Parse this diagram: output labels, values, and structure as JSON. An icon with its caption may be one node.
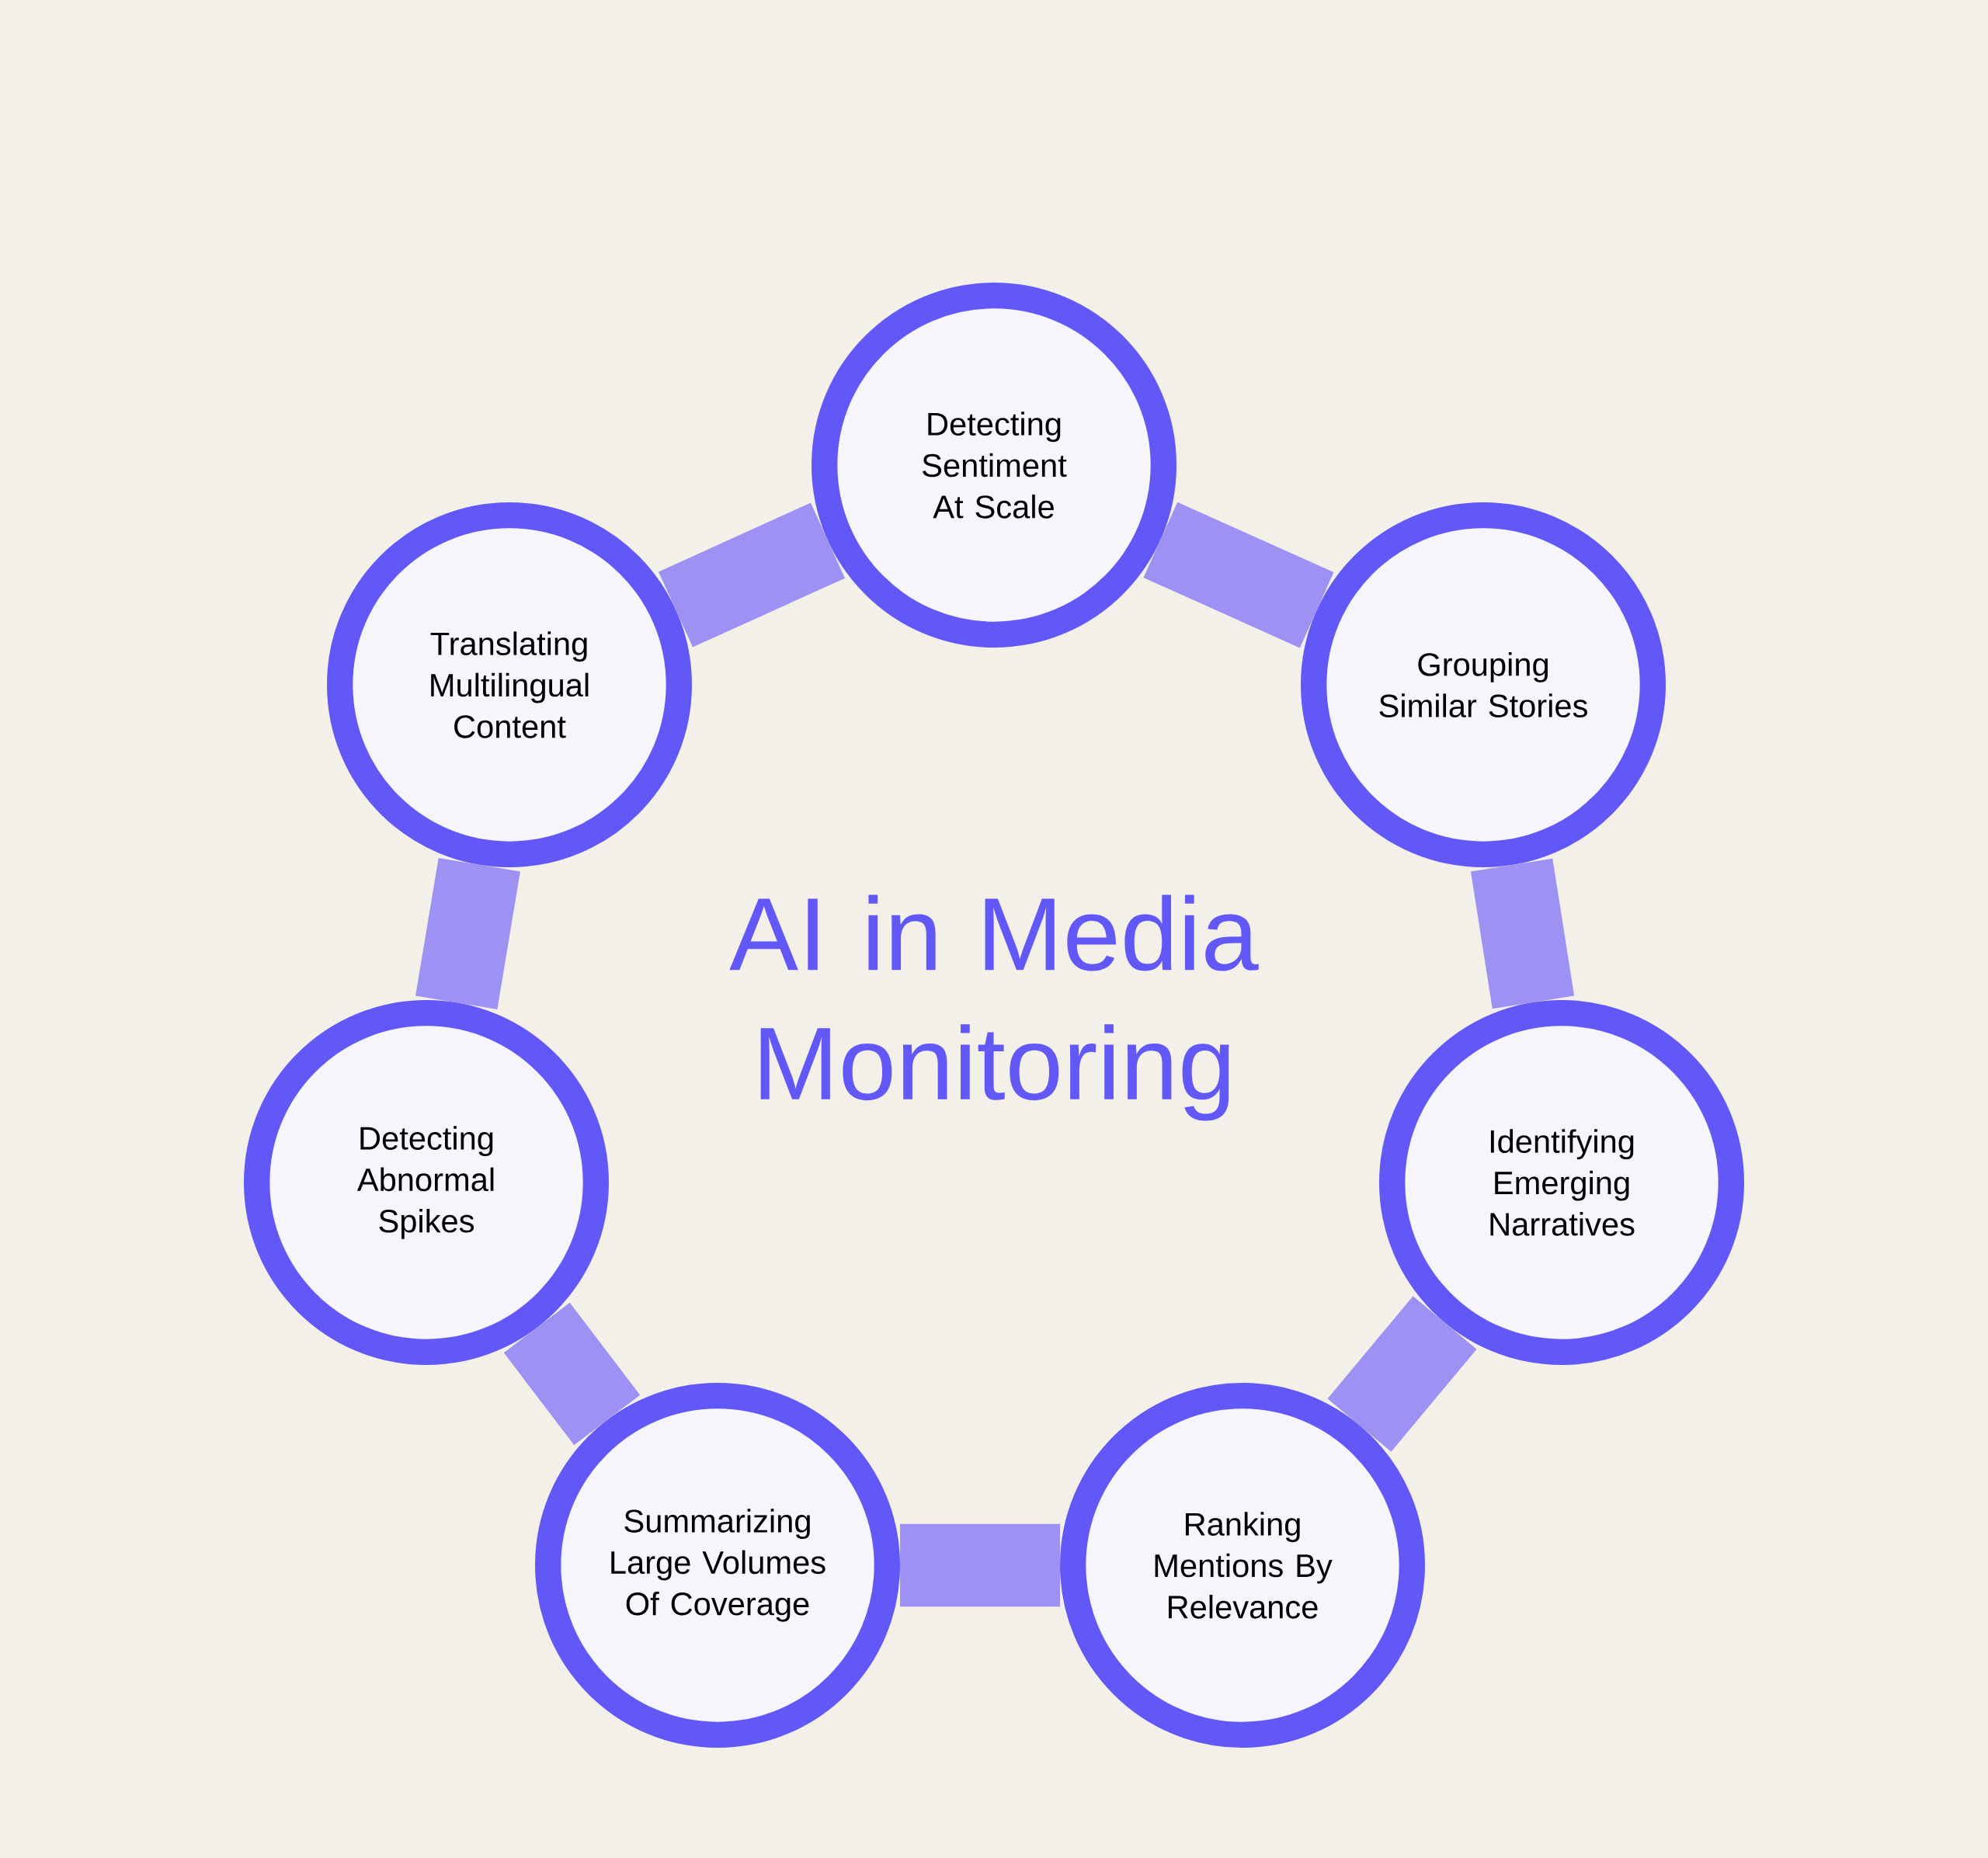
{
  "diagram": {
    "title": "AI in Media Monitoring",
    "nodes": [
      {
        "text": [
          "Detecting Sentiment At Scale"
        ]
      },
      {
        "text": [
          "Grouping Similar Stories"
        ]
      },
      {
        "text": [
          "Identifying Emerging Narratives"
        ]
      },
      {
        "text": [
          "Ranking Mentions By Relevance"
        ]
      },
      {
        "text": [
          "Summarizing Large Volumes Of Coverage"
        ]
      },
      {
        "text": [
          "Detecting Abnormal Spikes"
        ]
      },
      {
        "text": [
          "Translating Multilingual Content"
        ]
      }
    ],
    "edges": [
      {
        "from": 0,
        "to": 1,
        "arrow": "none"
      },
      {
        "from": 1,
        "to": 2,
        "arrow": "none"
      },
      {
        "from": 2,
        "to": 3,
        "arrow": "none"
      },
      {
        "from": 3,
        "to": 4,
        "arrow": "none"
      },
      {
        "from": 4,
        "to": 5,
        "arrow": "none"
      },
      {
        "from": 5,
        "to": 6,
        "arrow": "none"
      },
      {
        "from": 6,
        "to": 0,
        "arrow": "none"
      }
    ]
  }
}
